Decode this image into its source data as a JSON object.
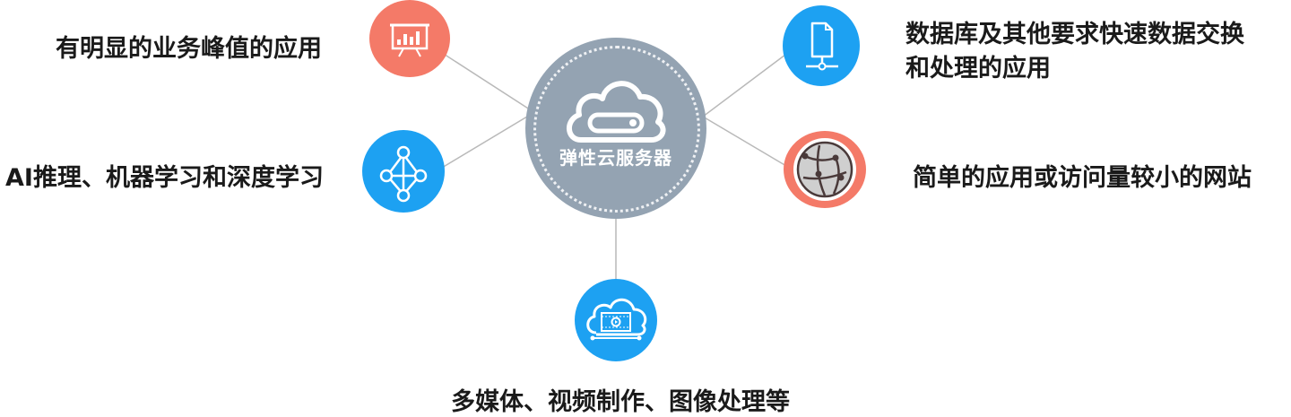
{
  "hub": {
    "label": "弹性云服务器",
    "icon": "cloud-server-icon",
    "color": "#94a3b2"
  },
  "scenarios": [
    {
      "id": "peak",
      "label": "有明显的业务峰值的应用",
      "icon": "presentation-chart-icon",
      "color": "#f47a68"
    },
    {
      "id": "ai",
      "label": "AI推理、机器学习和深度学习",
      "icon": "network-graph-icon",
      "color": "#1da1f2"
    },
    {
      "id": "database",
      "label_lines": [
        "数据库及其他要求快速数据交换",
        "和处理的应用"
      ],
      "icon": "file-network-icon",
      "color": "#1da1f2"
    },
    {
      "id": "website",
      "label": "简单的应用或访问量较小的网站",
      "icon": "globe-network-icon",
      "color": "#f47a68"
    },
    {
      "id": "media",
      "label": "多媒体、视频制作、图像处理等",
      "icon": "cloud-video-icon",
      "color": "#1da1f2"
    }
  ],
  "connector_color": "#b5b5b5"
}
